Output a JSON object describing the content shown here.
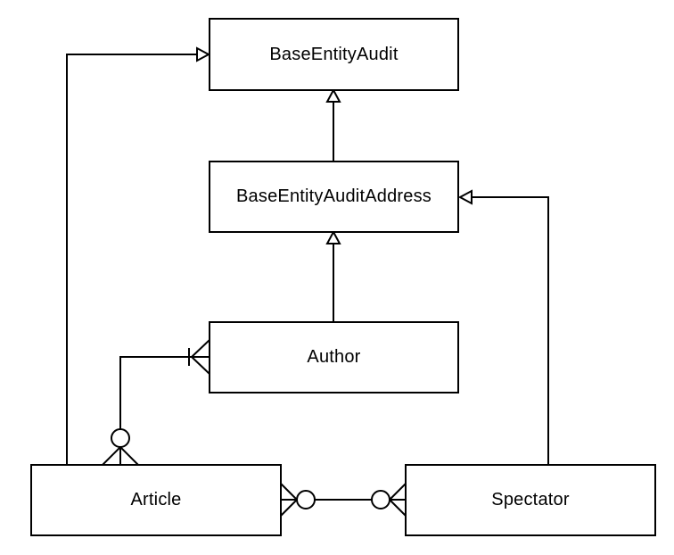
{
  "diagram": {
    "background": "#ffffff",
    "stroke_color": "#000000",
    "entity_fill": "#ffffff",
    "entities": [
      {
        "id": "base-entity-audit",
        "label": "BaseEntityAudit"
      },
      {
        "id": "base-entity-audit-address",
        "label": "BaseEntityAuditAddress"
      },
      {
        "id": "author",
        "label": "Author"
      },
      {
        "id": "article",
        "label": "Article"
      },
      {
        "id": "spectator",
        "label": "Spectator"
      }
    ],
    "relationships": [
      {
        "from": "BaseEntityAuditAddress",
        "to": "BaseEntityAudit",
        "kind": "inheritance"
      },
      {
        "from": "Author",
        "to": "BaseEntityAuditAddress",
        "kind": "inheritance"
      },
      {
        "from": "Article",
        "to": "BaseEntityAudit",
        "kind": "inheritance"
      },
      {
        "from": "Spectator",
        "to": "BaseEntityAuditAddress",
        "kind": "inheritance"
      },
      {
        "from": "Author",
        "to": "Article",
        "kind": "association",
        "from_cardinality": "one-or-many",
        "to_cardinality": "zero-or-many"
      },
      {
        "from": "Article",
        "to": "Spectator",
        "kind": "association",
        "from_cardinality": "zero-or-many",
        "to_cardinality": "zero-or-many"
      }
    ]
  }
}
